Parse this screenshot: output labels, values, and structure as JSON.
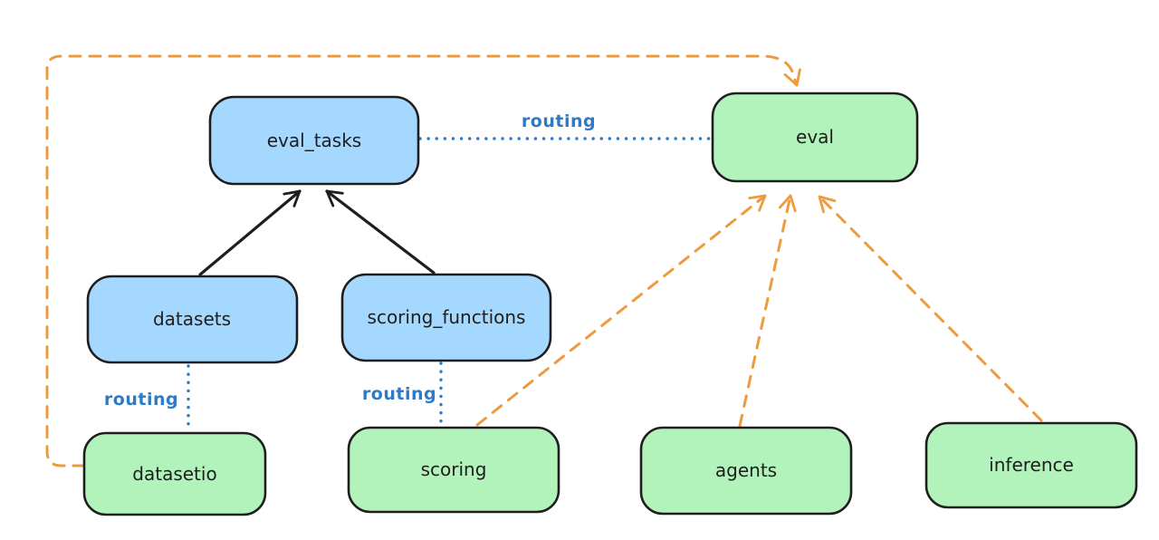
{
  "diagram": {
    "nodes": [
      {
        "label": "eval_tasks",
        "fill": "#a5d8ff"
      },
      {
        "label": "eval",
        "fill": "#b2f2bb"
      },
      {
        "label": "datasets",
        "fill": "#a5d8ff"
      },
      {
        "label": "scoring_functions",
        "fill": "#a5d8ff"
      },
      {
        "label": "datasetio",
        "fill": "#b2f2bb"
      },
      {
        "label": "scoring",
        "fill": "#b2f2bb"
      },
      {
        "label": "agents",
        "fill": "#b2f2bb"
      },
      {
        "label": "inference",
        "fill": "#b2f2bb"
      }
    ],
    "edge_labels": {
      "top_routing": "routing",
      "left_routing": "routing",
      "middle_routing": "routing"
    },
    "colors": {
      "node_stroke": "#1e1e1e",
      "blue_fill": "#a5d8ff",
      "green_fill": "#b2f2bb",
      "routing_blue": "#2f7ac7",
      "arrow_black": "#1e1e1e",
      "arrow_orange": "#ee9b3f",
      "background": "#ffffff"
    }
  }
}
